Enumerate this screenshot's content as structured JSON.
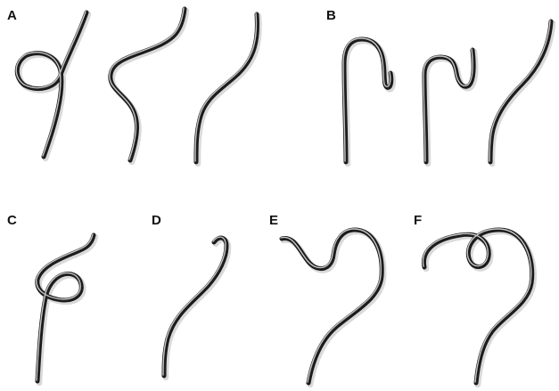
{
  "panels": [
    {
      "label": "A",
      "curves": [
        "loop-curve",
        "s-curve",
        "gentle-curve"
      ]
    },
    {
      "label": "B",
      "curves": [
        "hook-curve",
        "double-hook-curve",
        "gentle-curve"
      ]
    },
    {
      "label": "C",
      "curves": [
        "loop-curve"
      ]
    },
    {
      "label": "D",
      "curves": [
        "hook-curve"
      ]
    },
    {
      "label": "E",
      "curves": [
        "wave-curve"
      ]
    },
    {
      "label": "F",
      "curves": [
        "loop-curve"
      ]
    }
  ],
  "colors": {
    "wire": "#1c1c1c",
    "highlight": "#d8d8d8",
    "shadow": "#b9b9b9",
    "background": "#ffffff"
  }
}
